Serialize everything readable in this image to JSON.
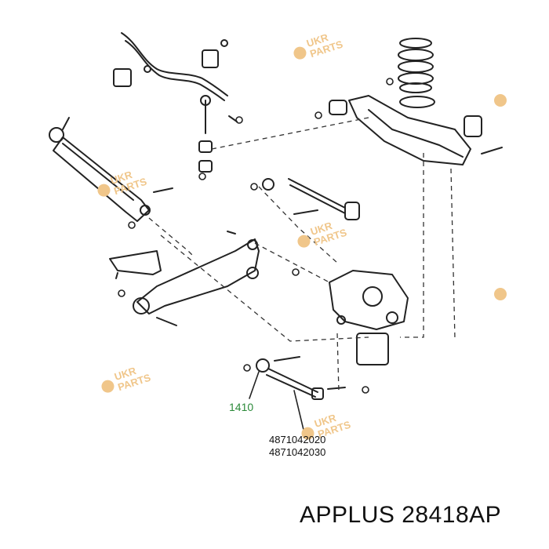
{
  "watermark": {
    "line1": "UKR",
    "line2": "PARTS",
    "color": "#f0c68a"
  },
  "callout": {
    "ref_number": "1410",
    "color": "#2c8a3a"
  },
  "part_numbers": [
    "4871042020",
    "4871042030"
  ],
  "product_caption": "APPLUS 28418AP"
}
